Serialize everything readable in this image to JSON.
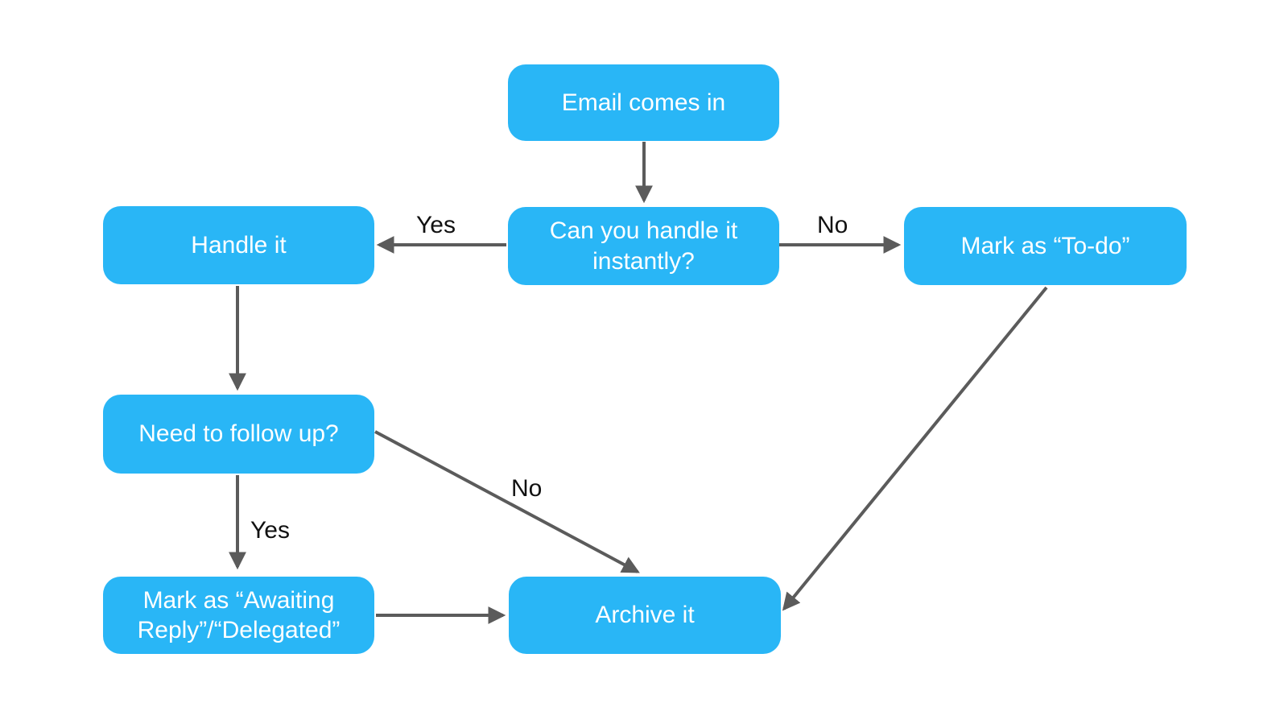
{
  "diagram": {
    "type": "flowchart",
    "background_color": "#ffffff",
    "node_fill_color": "#29b6f6",
    "node_text_color": "#ffffff",
    "connector_color": "#5b5b5b",
    "edge_label_color": "#111111",
    "nodes": [
      {
        "id": "email-comes-in",
        "label": "Email comes in"
      },
      {
        "id": "can-you-handle-it-instantly",
        "label": "Can you handle it instantly?"
      },
      {
        "id": "handle-it",
        "label": "Handle it"
      },
      {
        "id": "mark-as-to-do",
        "label": "Mark as “To-do”"
      },
      {
        "id": "need-to-follow-up",
        "label": "Need to follow up?"
      },
      {
        "id": "mark-as-awaiting-reply-delegated",
        "label": "Mark as “Awaiting Reply”/“Delegated”"
      },
      {
        "id": "archive-it",
        "label": "Archive it"
      }
    ],
    "edges": [
      {
        "from": "email-comes-in",
        "to": "can-you-handle-it-instantly",
        "label": ""
      },
      {
        "from": "can-you-handle-it-instantly",
        "to": "handle-it",
        "label": "Yes"
      },
      {
        "from": "can-you-handle-it-instantly",
        "to": "mark-as-to-do",
        "label": "No"
      },
      {
        "from": "handle-it",
        "to": "need-to-follow-up",
        "label": ""
      },
      {
        "from": "need-to-follow-up",
        "to": "mark-as-awaiting-reply-delegated",
        "label": "Yes"
      },
      {
        "from": "need-to-follow-up",
        "to": "archive-it",
        "label": "No"
      },
      {
        "from": "mark-as-awaiting-reply-delegated",
        "to": "archive-it",
        "label": ""
      },
      {
        "from": "mark-as-to-do",
        "to": "archive-it",
        "label": ""
      }
    ]
  }
}
